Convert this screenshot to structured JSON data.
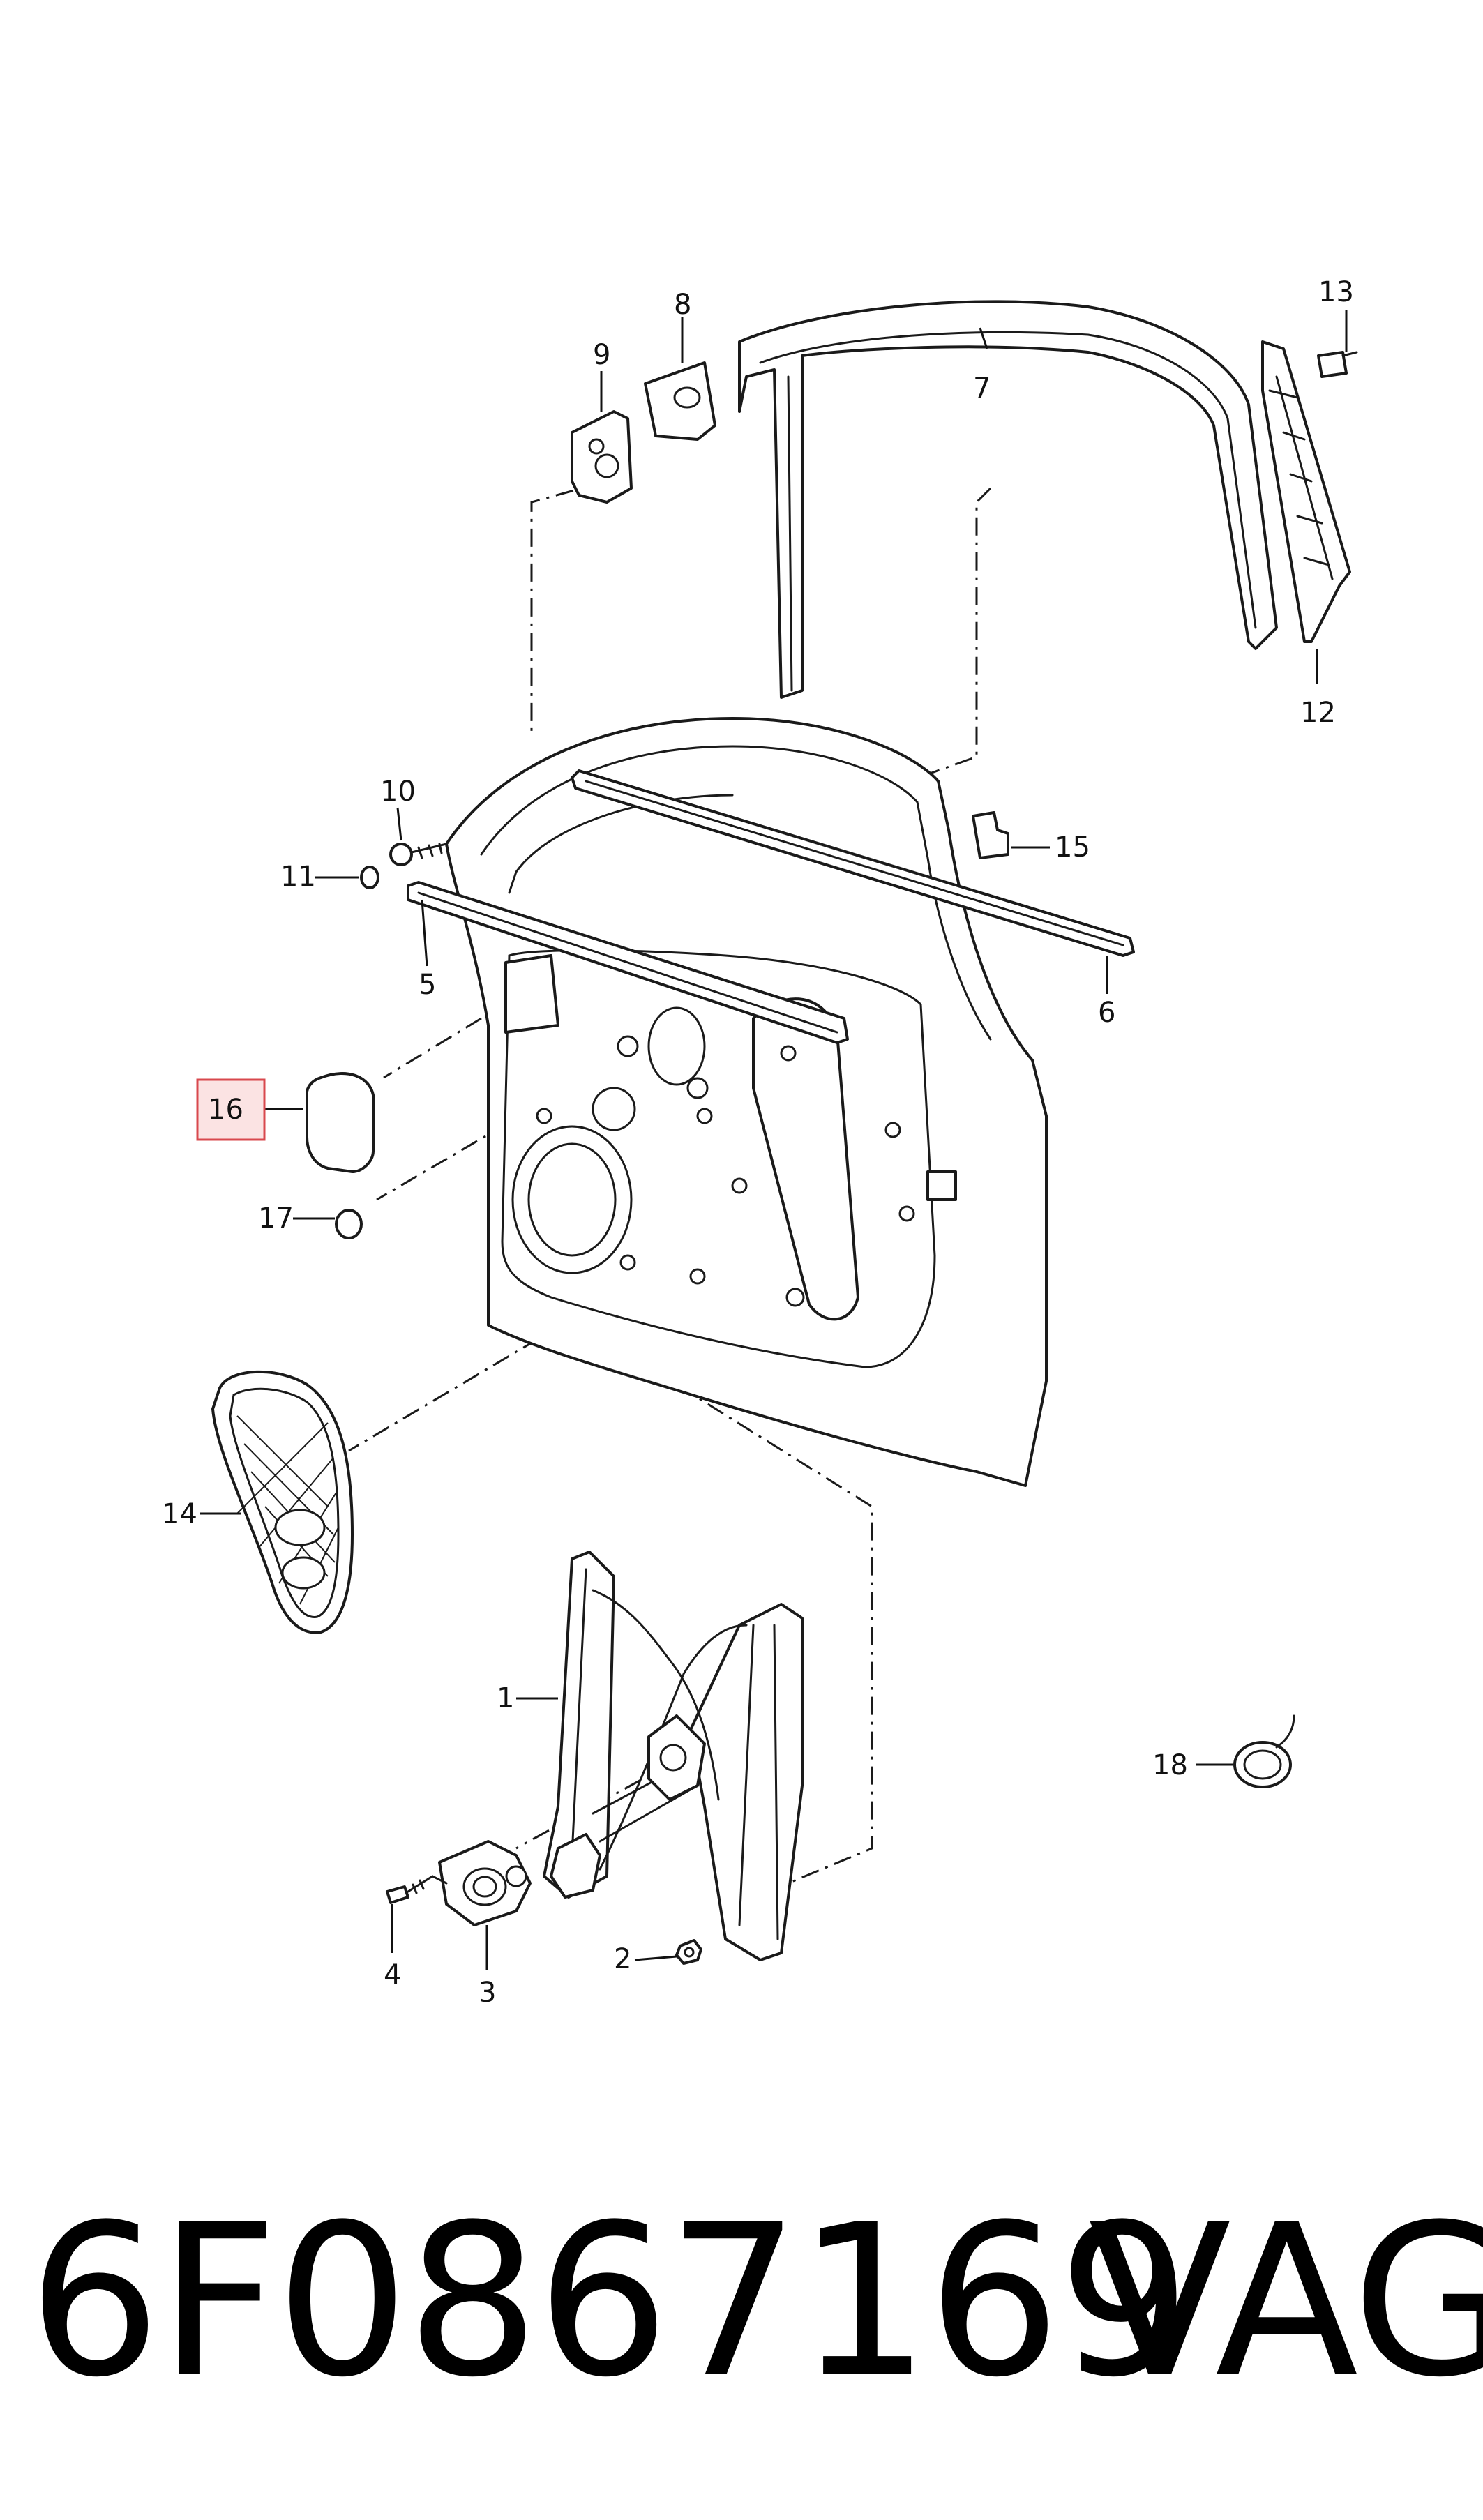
{
  "diagram": {
    "callouts": [
      {
        "id": "1",
        "label": "1"
      },
      {
        "id": "2",
        "label": "2"
      },
      {
        "id": "3",
        "label": "3"
      },
      {
        "id": "4",
        "label": "4"
      },
      {
        "id": "5",
        "label": "5"
      },
      {
        "id": "6",
        "label": "6"
      },
      {
        "id": "7",
        "label": "7"
      },
      {
        "id": "8",
        "label": "8"
      },
      {
        "id": "9",
        "label": "9"
      },
      {
        "id": "10",
        "label": "10"
      },
      {
        "id": "11",
        "label": "11"
      },
      {
        "id": "12",
        "label": "12"
      },
      {
        "id": "13",
        "label": "13"
      },
      {
        "id": "14",
        "label": "14"
      },
      {
        "id": "15",
        "label": "15"
      },
      {
        "id": "16",
        "label": "16",
        "highlighted": true
      },
      {
        "id": "17",
        "label": "17"
      },
      {
        "id": "18",
        "label": "18"
      }
    ],
    "highlight_color": "#d8484e"
  },
  "footer": {
    "part_number": "6F0867169",
    "brand": "VAG"
  }
}
